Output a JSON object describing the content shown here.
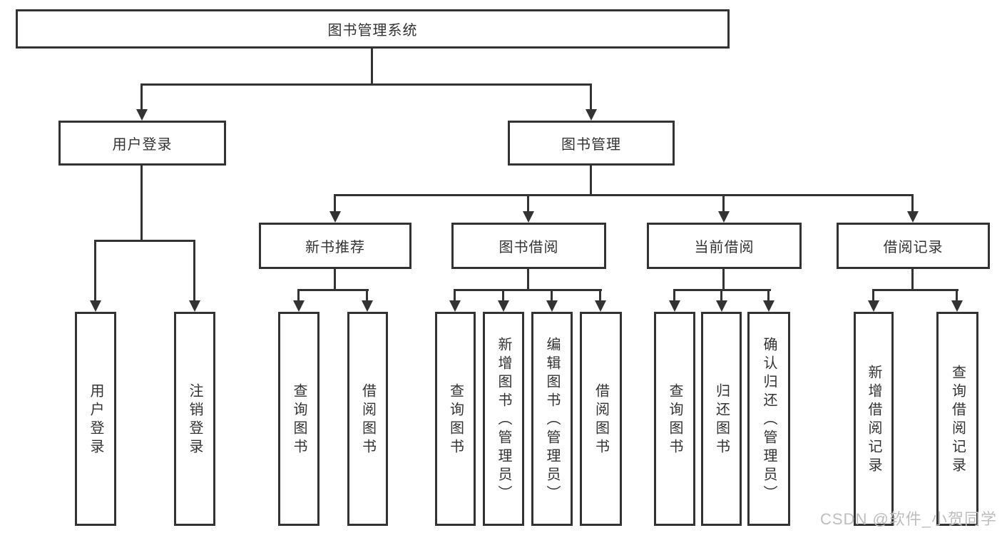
{
  "tree": {
    "root": "图书管理系统",
    "user_login": {
      "label": "用户登录",
      "children": [
        "用户登录",
        "注销登录"
      ]
    },
    "book_mgmt": {
      "label": "图书管理",
      "groups": [
        {
          "label": "新书推荐",
          "children": [
            "查询图书",
            "借阅图书"
          ]
        },
        {
          "label": "图书借阅",
          "children": [
            "查询图书",
            "新增图书（管理员）",
            "编辑图书（管理员）",
            "借阅图书"
          ]
        },
        {
          "label": "当前借阅",
          "children": [
            "查询图书",
            "归还图书",
            "确认归还（管理员）"
          ]
        },
        {
          "label": "借阅记录",
          "children": [
            "新增借阅记录",
            "查询借阅记录"
          ]
        }
      ]
    },
    "watermark": "CSDN @软件_小贺同学"
  },
  "colors": {
    "line": "#333333",
    "text": "#333333",
    "watermark": "#bdbdbd",
    "background": "#ffffff"
  }
}
